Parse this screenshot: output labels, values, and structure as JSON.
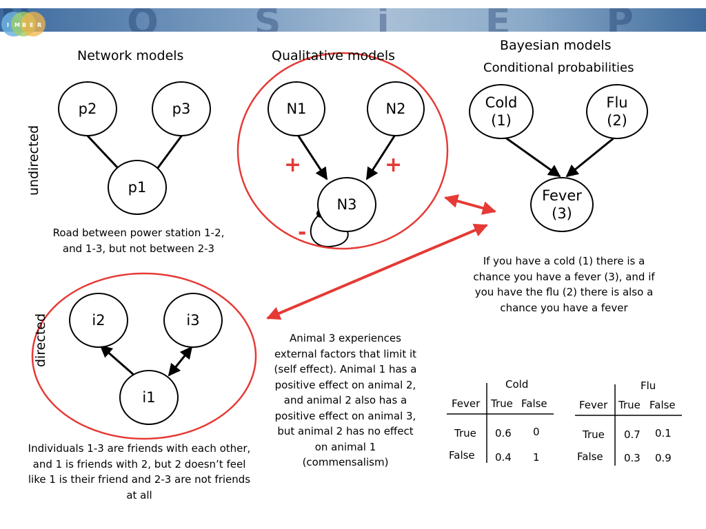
{
  "banner": {
    "letters": "N O S i E P c c",
    "logo_text": [
      "I",
      "M",
      "B",
      "E",
      "R"
    ]
  },
  "headings": {
    "network": "Network models",
    "qualitative": "Qualitative models",
    "bayesian": "Bayesian models",
    "conditional": "Conditional probabilities"
  },
  "side_labels": {
    "undirected": "undirected",
    "directed": "directed"
  },
  "nodes": {
    "p2": "p2",
    "p3": "p3",
    "p1": "p1",
    "n1": "N1",
    "n2": "N2",
    "n3": "N3",
    "i2": "i2",
    "i3": "i3",
    "i1": "i1",
    "cold_name": "Cold",
    "cold_num": "(1)",
    "flu_name": "Flu",
    "flu_num": "(2)",
    "fever_name": "Fever",
    "fever_num": "(3)"
  },
  "signs": {
    "plus_left": "+",
    "plus_right": "+",
    "minus": "-"
  },
  "captions": {
    "network": "Road between power station 1-2, and 1-3, but not between 2-3",
    "directed": "Individuals 1-3 are friends with each other, and 1 is friends with 2, but 2 doesn’t feel like 1 is their friend and 2-3 are not friends at all",
    "qualitative": "Animal 3 experiences external factors that limit it (self effect). Animal 1 has a positive effect on animal 2, and animal 2 also has a positive effect on animal 3, but animal 2 has no effect on animal 1 (commensalism)",
    "bayesian": "If you have a cold (1) there is a chance you have a fever (3), and if you have the flu (2) there is also a chance you have a fever"
  },
  "tables": [
    {
      "title": "Cold",
      "row_header": "Fever",
      "cols": [
        "True",
        "False"
      ],
      "rows": [
        {
          "label": "True",
          "values": [
            "0.6",
            "0"
          ]
        },
        {
          "label": "False",
          "values": [
            "0.4",
            "1"
          ]
        }
      ]
    },
    {
      "title": "Flu",
      "row_header": "Fever",
      "cols": [
        "True",
        "False"
      ],
      "rows": [
        {
          "label": "True",
          "values": [
            "0.7",
            "0.1"
          ]
        },
        {
          "label": "False",
          "values": [
            "0.3",
            "0.9"
          ]
        }
      ]
    }
  ],
  "colors": {
    "highlight": "#e53a35",
    "banner": "#3d6a9e"
  }
}
